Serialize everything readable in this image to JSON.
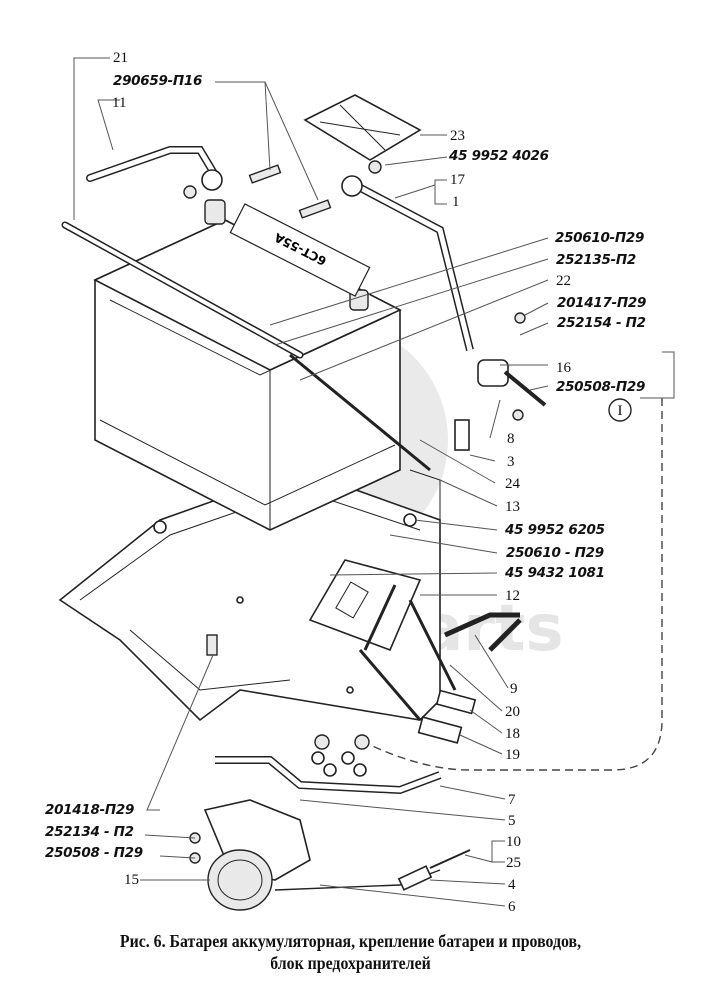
{
  "figure": {
    "caption_line1": "Рис. 6. Батарея аккумуляторная, крепление батареи и проводов,",
    "caption_line2": "блок предохранителей",
    "watermark": "data-parts",
    "battery_model": "6СТ-55А",
    "detail_marker": "I"
  },
  "callouts": {
    "n21": "21",
    "p290659_P16": "290659-П16",
    "n11": "11",
    "n23": "23",
    "p45_9952_4026": "45 9952 4026",
    "n17": "17",
    "n1": "1",
    "p250610_P29_top": "250610-П29",
    "p252135_P2": "252135-П2",
    "n22": "22",
    "p201417_P29": "201417-П29",
    "p252154_P2": "252154 - П2",
    "n16": "16",
    "p250508_P29_top": "250508-П29",
    "n8": "8",
    "n3": "3",
    "n24": "24",
    "n13": "13",
    "p45_9952_6205": "45 9952 6205",
    "p250610_P29_mid": "250610 - П29",
    "p45_9432_1081": "45 9432 1081",
    "n12": "12",
    "n9": "9",
    "n20": "20",
    "n18": "18",
    "n19": "19",
    "n7": "7",
    "n5": "5",
    "n10": "10",
    "n25": "25",
    "n4": "4",
    "n6": "6",
    "p201418_P29": "201418-П29",
    "p252134_P2": "252134 - П2",
    "p250508_P29_bottom": "250508 - П29",
    "n15": "15"
  }
}
